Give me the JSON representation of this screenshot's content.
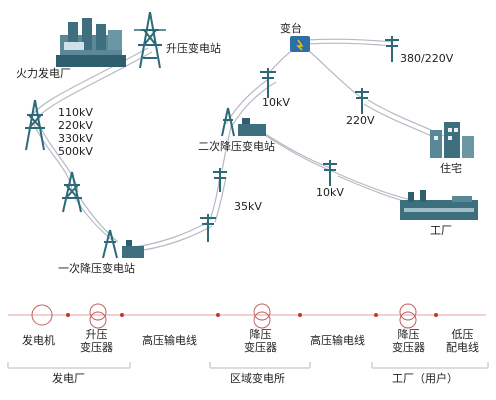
{
  "map": {
    "thermal_plant": "火力发电厂",
    "step_up_substation": "升压变电站",
    "hv_levels": [
      "110kV",
      "220kV",
      "330kV",
      "500kV"
    ],
    "primary_substation": "一次降压变电站",
    "v35": "35kV",
    "secondary_substation": "二次降压变电站",
    "v10_a": "10kV",
    "transformer_platform": "变台",
    "v380_220": "380/220V",
    "v220": "220V",
    "residence": "住宅",
    "v10_b": "10kV",
    "factory": "工厂"
  },
  "chain": {
    "generator": "发电机",
    "step_up_transformer": [
      "升压",
      "变压器"
    ],
    "hv_line_1": "高压输电线",
    "step_down_transformer_1": [
      "降压",
      "变压器"
    ],
    "hv_line_2": "高压输电线",
    "step_down_transformer_2": [
      "降压",
      "变压器"
    ],
    "lv_distribution_line": [
      "低压",
      "配电线"
    ],
    "section_plant": "发电厂",
    "section_regional": "区域变电所",
    "section_factory": "工厂（用户）"
  },
  "colors": {
    "line": "#9aa0aa",
    "line_light": "#c3c7ce",
    "tower": "#2d6a78",
    "building": "#3d6f7f",
    "dot": "#c0392b"
  }
}
